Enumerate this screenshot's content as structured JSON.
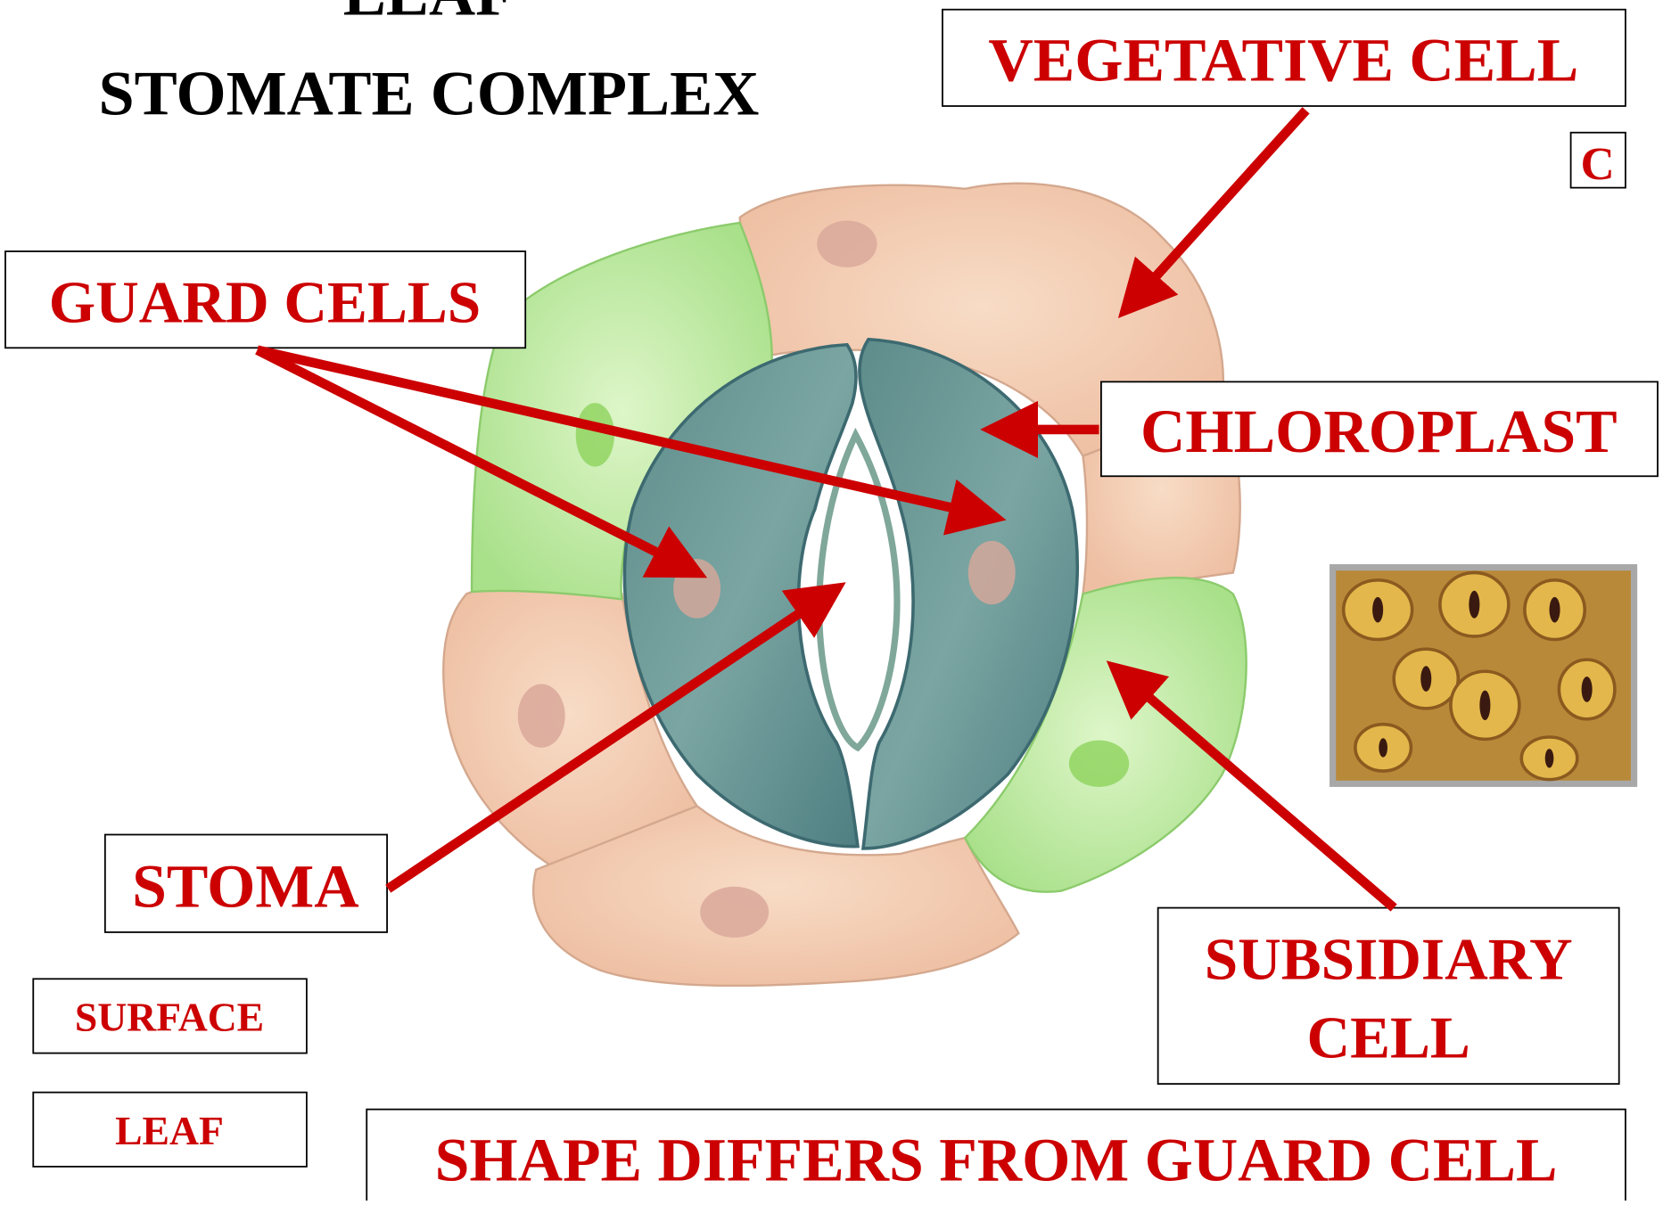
{
  "title": {
    "line1": "LEAF",
    "line2": "STOMATE COMPLEX"
  },
  "labels": {
    "vegetative_cell": "VEGETATIVE CELL",
    "corner_letter": "C",
    "guard_cells": "GUARD CELLS",
    "chloroplast": "CHLOROPLAST",
    "stoma": "STOMA",
    "subsidiary_line1": "SUBSIDIARY",
    "subsidiary_line2": "CELL",
    "surface": "SURFACE",
    "leaf": "LEAF",
    "shape_differs": "SHAPE DIFFERS FROM GUARD CELL"
  },
  "colors": {
    "label_red": "#cc0000",
    "arrow_red": "#cc0000",
    "vegetative_cell_fill": "#f3cdb4",
    "subsidiary_cell_fill": "#c9efb0",
    "guard_cell_fill": "#6f9a98",
    "nucleus_fill": "#d9a89a"
  }
}
